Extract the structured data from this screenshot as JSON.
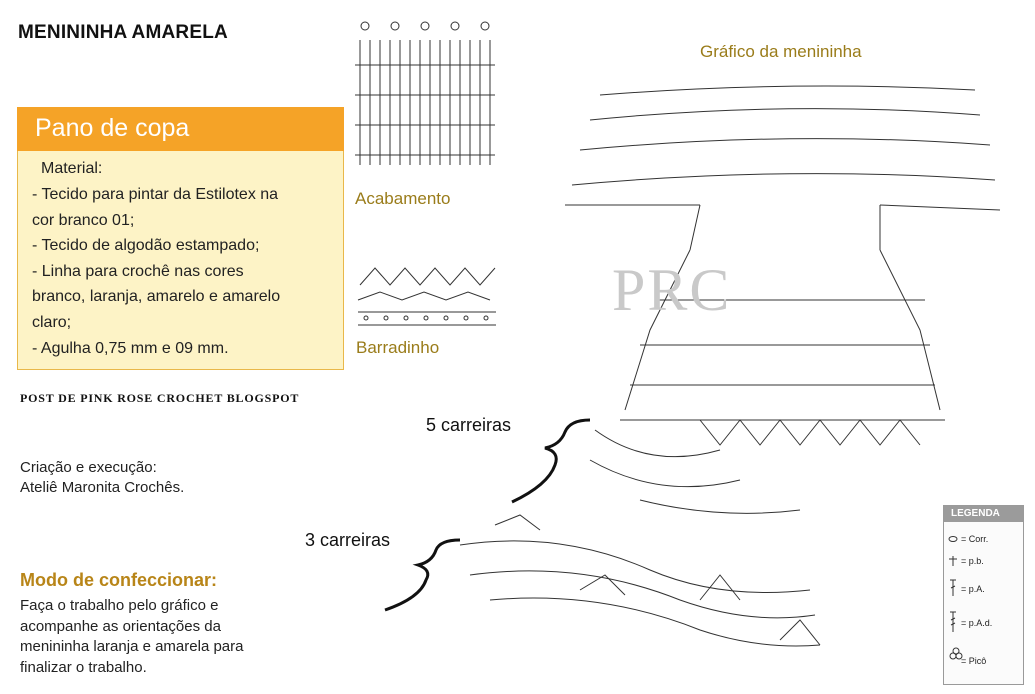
{
  "title": "MENININHA AMARELA",
  "card": {
    "title": "Pano de copa",
    "material_label": "Material:",
    "items": [
      "- Tecido para pintar da Estilotex na",
      "cor branco 01;",
      "- Tecido de algodão estampado;",
      "- Linha para crochê nas cores",
      "branco, laranja, amarelo e amarelo",
      "claro;",
      "- Agulha 0,75 mm e 09 mm."
    ]
  },
  "post": "POST DE PINK ROSE CROCHET BLOGSPOT",
  "credit": {
    "line1": "Criação e execução:",
    "line2": "Ateliê Maronita Crochês."
  },
  "howto": {
    "title": "Modo de confeccionar:",
    "lines": [
      "Faça o trabalho pelo gráfico e",
      "acompanhe as orientações da",
      "menininha laranja e amarela para",
      "finalizar o trabalho."
    ]
  },
  "diagrams": {
    "acabamento": "Acabamento",
    "barradinho": "Barradinho",
    "grafico": "Gráfico da menininha",
    "cinco": "5 carreiras",
    "tres": "3 carreiras"
  },
  "watermark": "PRC",
  "legend": {
    "title": "LEGENDA",
    "items": [
      "= Corr.",
      "= p.b.",
      "= p.A.",
      "= p.A.d.",
      "= Picô"
    ]
  },
  "colors": {
    "card_header": "#f5a327",
    "card_body": "#fdf3c6",
    "accent_text": "#9a7c1a",
    "legend_header": "#9b9b9b"
  }
}
